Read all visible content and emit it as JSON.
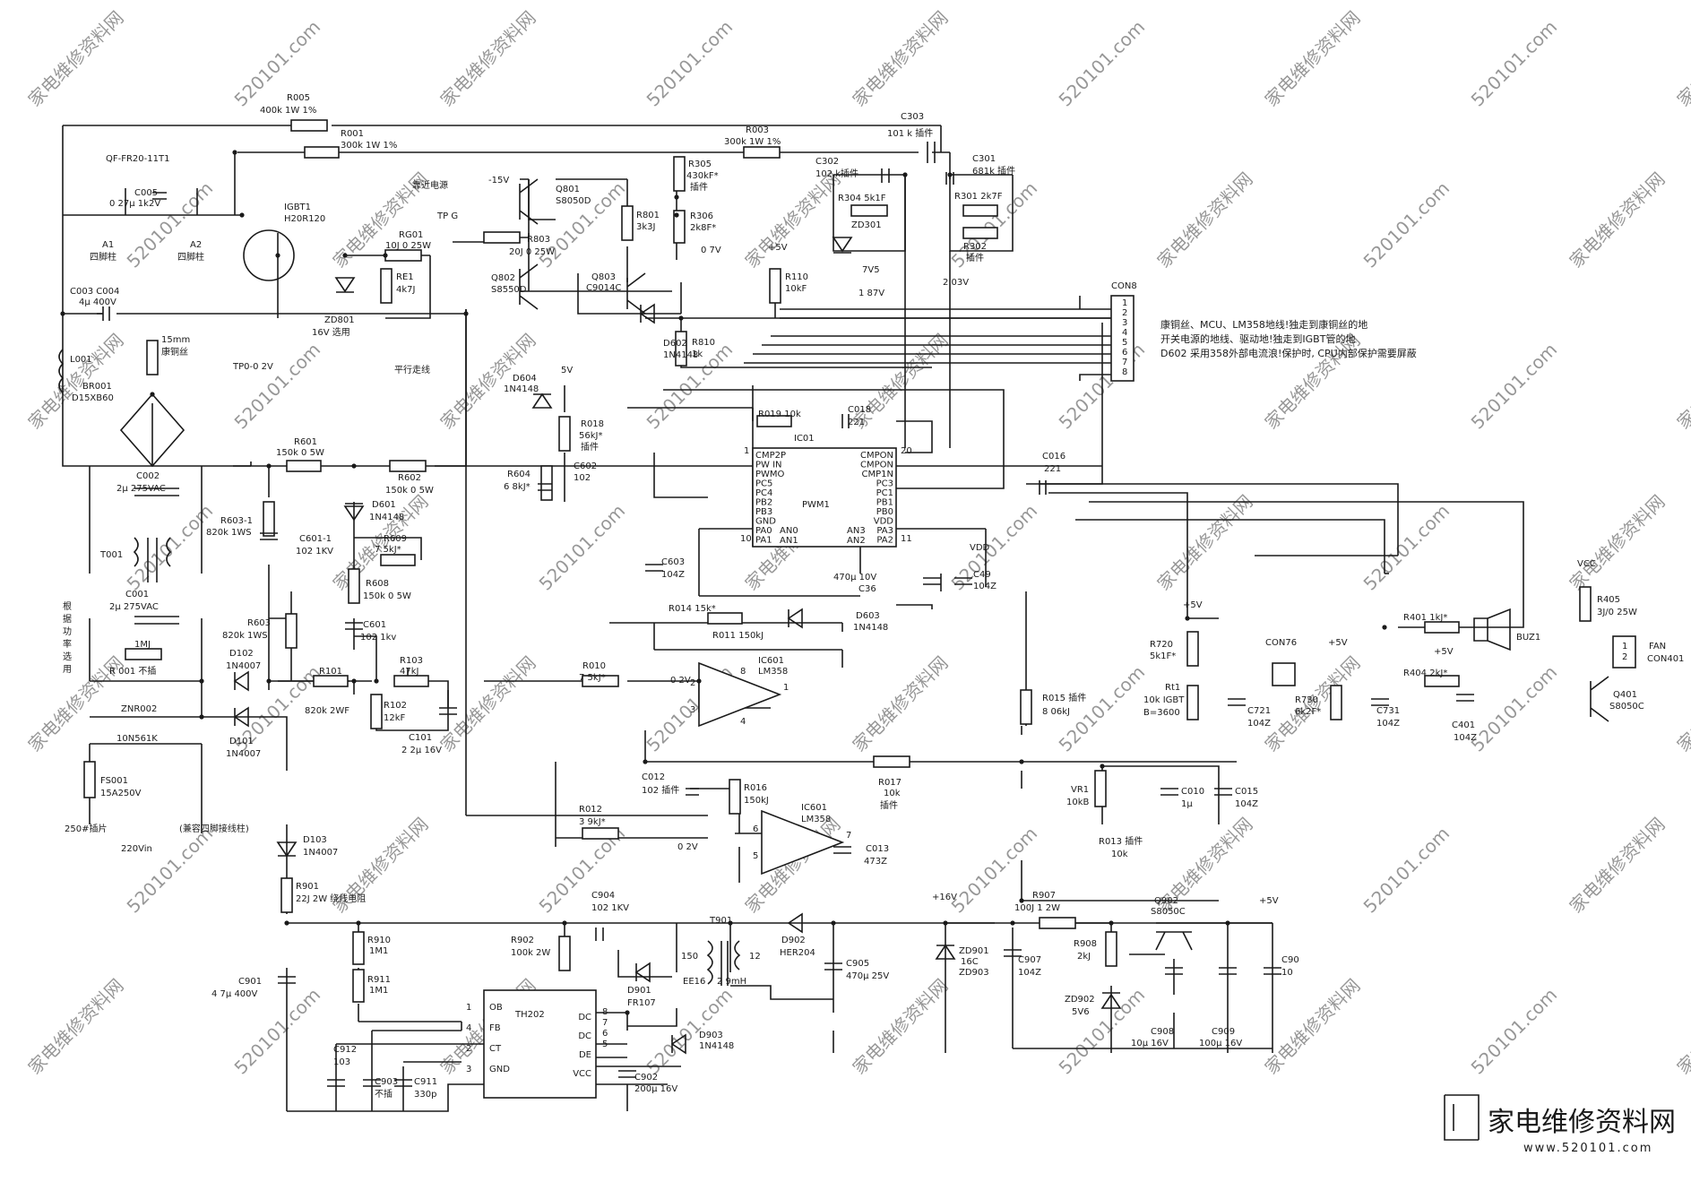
{
  "watermark": {
    "text": "520101.com",
    "alt_text": "家电维修资料网"
  },
  "logo": {
    "title": "家电维修资料网",
    "url": "www.520101.com",
    "color": "#3a9bd8"
  },
  "notes": [
    "康铜丝、MCU、LM358地线!独走到康铜丝的地",
    "开关电源的地线、驱动地!独走到IGBT管的地",
    "D602 采用358外部电流浪!保护时, CPU内部保护需要屏蔽"
  ],
  "labels": {
    "R005": [
      "R005",
      "400k 1W 1%"
    ],
    "R001": [
      "R001",
      "300k 1W 1%"
    ],
    "R003": [
      "R003",
      "300k 1W 1%"
    ],
    "C303": [
      "C303",
      "101 k 插件"
    ],
    "C301": [
      "C301",
      "681k 插件"
    ],
    "R301": [
      "R301 2k7F"
    ],
    "R302": [
      "R302",
      "插件"
    ],
    "C302": [
      "C302",
      "102 k插件"
    ],
    "R304": [
      "R304 5k1F"
    ],
    "ZD301": [
      "ZD301",
      "7V5"
    ],
    "V187": [
      "1 87V"
    ],
    "V203": [
      "2 03V"
    ],
    "R305": [
      "R305",
      "430kF*",
      "插件"
    ],
    "R306": [
      "R306",
      "2k8F*"
    ],
    "V07": [
      "0 7V"
    ],
    "Q801": [
      "Q801",
      "S8050D"
    ],
    "Q802": [
      "Q802",
      "S8550D"
    ],
    "Q803": [
      "Q803",
      "C9014C"
    ],
    "R801": [
      "R801",
      "3k3J"
    ],
    "R803": [
      "R803",
      "20J 0 25W"
    ],
    "V15": [
      "-15V"
    ],
    "near": [
      "靠近电源"
    ],
    "TPG": [
      "TP G"
    ],
    "RG01": [
      "RG01",
      "10J 0 25W"
    ],
    "RE1": [
      "RE1",
      "4k7J"
    ],
    "IGBT1": [
      "IGBT1",
      "H20R120"
    ],
    "ZD801": [
      "ZD801",
      "16V 选用"
    ],
    "QF": [
      "QF-FR20-11T1"
    ],
    "C005": [
      "C005",
      "0 27μ 1k2V"
    ],
    "A1": [
      "A1",
      "四脚柱"
    ],
    "A2": [
      "A2",
      "四脚柱"
    ],
    "C003": [
      "C003  C004",
      "4μ      400V"
    ],
    "copper": [
      "15mm",
      "康铜丝"
    ],
    "L001": [
      "L001"
    ],
    "BR001": [
      "BR001",
      "D15XB60"
    ],
    "TP0": [
      "TP0-0 2V"
    ],
    "parallel": [
      "平行走线"
    ],
    "D602": [
      "D602",
      "1N4148"
    ],
    "R810": [
      "R810",
      "1k"
    ],
    "R110": [
      "R110",
      "10kF"
    ],
    "V5a": [
      "+5V"
    ],
    "CON8": [
      "CON8"
    ],
    "CON8_pins": [
      "1",
      "2",
      "3",
      "4",
      "5",
      "6",
      "7",
      "8"
    ],
    "D604": [
      "D604",
      "1N4148"
    ],
    "R018": [
      "R018",
      "56kJ*",
      "插件"
    ],
    "C602": [
      "C602",
      "102"
    ],
    "R604": [
      "R604",
      "6 8kJ*"
    ],
    "V5b": [
      "5V"
    ],
    "R019": [
      "R019 10k"
    ],
    "C018": [
      "C018",
      "221"
    ],
    "IC01": [
      "IC01"
    ],
    "pinsL": [
      "CMP2P",
      "PW IN",
      "PWMO",
      "PC5",
      "PC4",
      "PB2",
      "PB3",
      "GND",
      "PA0",
      "PA1"
    ],
    "pinsR": [
      "CMPON",
      "CMPON",
      "CMP1N",
      "PC3",
      "PC1",
      "PB1",
      "PB0",
      "VDD",
      "PA3",
      "PA2"
    ],
    "pinsM": [
      "PWM1",
      "AN0",
      "AN1",
      "AN3",
      "AN2"
    ],
    "pin1": [
      "1"
    ],
    "pin20": [
      "20"
    ],
    "pin10": [
      "10"
    ],
    "pin11": [
      "11"
    ],
    "C016": [
      "C016",
      "221"
    ],
    "VDD": [
      "VDD"
    ],
    "C49": [
      "C49",
      "104Z"
    ],
    "C36": [
      "470μ 10V",
      "C36"
    ],
    "C603": [
      "C603",
      "104Z"
    ],
    "C002": [
      "C002",
      "2μ 275VAC"
    ],
    "R601": [
      "R601",
      "150k 0 5W"
    ],
    "R602": [
      "R602",
      "150k 0 5W"
    ],
    "D601": [
      "D601",
      "1N4148"
    ],
    "R609": [
      "R609",
      "7 5kJ*"
    ],
    "R603_1": [
      "R603-1",
      "820k 1WS"
    ],
    "C601_1": [
      "C601-1",
      "102 1KV"
    ],
    "T001": [
      "T001"
    ],
    "R608": [
      "R608",
      "150k 0 5W"
    ],
    "C001": [
      "C001",
      "2μ 275VAC"
    ],
    "R603": [
      "R603",
      "820k 1WS"
    ],
    "C601": [
      "C601",
      "102 1kv"
    ],
    "side": [
      "根",
      "据",
      "功",
      "率",
      "选",
      "用"
    ],
    "R1M": [
      "1MJ"
    ],
    "R001b": [
      "R 001 不插"
    ],
    "D102": [
      "D102",
      "1N4007"
    ],
    "ZNR002": [
      "ZNR002",
      "10N561K"
    ],
    "D101": [
      "D101",
      "1N4007"
    ],
    "FS001": [
      "FS001",
      "15A250V"
    ],
    "plug": [
      "250#插片"
    ],
    "compat": [
      "(兼容四脚接线柱)"
    ],
    "vin": [
      "220Vin"
    ],
    "R101": [
      "R101",
      "820k 2WF"
    ],
    "R102": [
      "R102",
      "12kF"
    ],
    "R103": [
      "R103",
      "47kJ"
    ],
    "C101": [
      "C101",
      "2 2μ 16V"
    ],
    "R014": [
      "R014 15k*"
    ],
    "D603": [
      "D603",
      "1N4148"
    ],
    "R011": [
      "R011 150kJ"
    ],
    "R010": [
      "R010",
      "7 5kJ*"
    ],
    "IC601a": [
      "IC601",
      "LM358"
    ],
    "V02a": [
      "0 2V"
    ],
    "pins601a": [
      "2",
      "8",
      "1",
      "3",
      "4"
    ],
    "R015": [
      "R015 插件",
      "8 06kJ"
    ],
    "C012": [
      "C012",
      "102 插件"
    ],
    "R016": [
      "R016",
      "150kJ"
    ],
    "R012": [
      "R012",
      "3 9kJ*"
    ],
    "V02b": [
      "0 2V"
    ],
    "IC601b": [
      "IC601",
      "LM358"
    ],
    "pins601b": [
      "6",
      "7",
      "5"
    ],
    "C013": [
      "C013",
      "473Z"
    ],
    "R017": [
      "R017",
      "10k",
      "插件"
    ],
    "VR1": [
      "VR1",
      "10kB"
    ],
    "R013": [
      "R013 插件",
      "10k"
    ],
    "C010": [
      "C010",
      "1μ"
    ],
    "C015": [
      "C015",
      "104Z"
    ],
    "R720": [
      "R720",
      "5k1F*"
    ],
    "V5c": [
      "+5V"
    ],
    "Rt1": [
      "Rt1",
      "10k IGBT",
      "B=3600"
    ],
    "C721": [
      "C721",
      "104Z"
    ],
    "CON76": [
      "CON76"
    ],
    "V5d": [
      "+5V"
    ],
    "R730": [
      "R730",
      "6k2F*"
    ],
    "C731": [
      "C731",
      "104Z"
    ],
    "R401": [
      "R401 1kJ*"
    ],
    "BUZ1": [
      "BUZ1"
    ],
    "V5e": [
      "+5V"
    ],
    "R404": [
      "R404 2kJ*"
    ],
    "C401": [
      "C401",
      "104Z"
    ],
    "VCC": [
      "VCC"
    ],
    "R405": [
      "R405",
      "3J/0 25W"
    ],
    "FAN": [
      "FAN",
      "CON401"
    ],
    "fanpins": [
      "1",
      "2"
    ],
    "Q401": [
      "Q401",
      "S8050C"
    ],
    "D103": [
      "D103",
      "1N4007"
    ],
    "R901": [
      "R901",
      "22J 2W 绕线电阻"
    ],
    "R910": [
      "R910",
      "1M1"
    ],
    "R911": [
      "R911",
      "1M1"
    ],
    "C901": [
      "C901",
      "4 7μ 400V"
    ],
    "C904": [
      "C904",
      "102 1KV"
    ],
    "R902": [
      "R902",
      "100k 2W"
    ],
    "D901": [
      "D901",
      "FR107"
    ],
    "T901": [
      "T901"
    ],
    "T901w": [
      "150",
      "12",
      "EE16",
      "2 9mH"
    ],
    "D902": [
      "D902",
      "HER204"
    ],
    "C905": [
      "C905",
      "470μ 25V"
    ],
    "TH202": [
      "TH202"
    ],
    "thL": [
      "OB",
      "FB",
      "CT",
      "GND"
    ],
    "thLn": [
      "1",
      "4",
      "2",
      "3"
    ],
    "thR": [
      "DC",
      "DC",
      "DE",
      "VCC"
    ],
    "thRn": [
      "8",
      "7",
      "6",
      "5"
    ],
    "D903": [
      "D903",
      "1N4148"
    ],
    "C902": [
      "C902",
      "200μ 16V"
    ],
    "C912": [
      "C912",
      "103"
    ],
    "C903": [
      "C903",
      "不插"
    ],
    "C911": [
      "C911",
      "330p"
    ],
    "V16": [
      "+16V"
    ],
    "ZD901": [
      "ZD901",
      "16C",
      "ZD903"
    ],
    "R907": [
      "R907",
      "100J 1 2W"
    ],
    "C907": [
      "C907",
      "104Z"
    ],
    "R908": [
      "R908",
      "2kJ"
    ],
    "ZD902": [
      "ZD902",
      "5V6"
    ],
    "Q902": [
      "Q902",
      "S8050C"
    ],
    "C908": [
      "C908",
      "10μ 16V"
    ],
    "C909": [
      "C909",
      "100μ 16V"
    ],
    "V5f": [
      "+5V"
    ],
    "C90x": [
      "C90",
      "10"
    ]
  }
}
